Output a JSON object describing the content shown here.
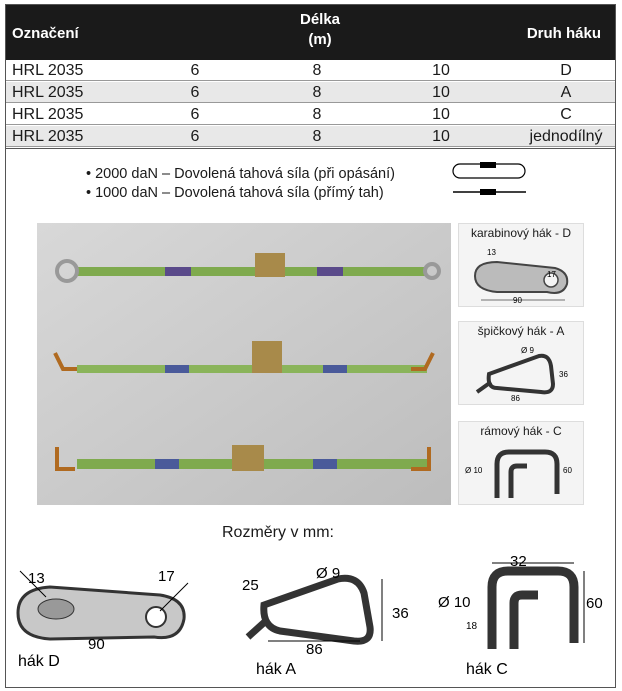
{
  "header": {
    "oznaceni": "Označení",
    "delka": "Délka",
    "delka_unit": "(m)",
    "druh": "Druh háku"
  },
  "rows": [
    {
      "model": "HRL 2035",
      "a": "6",
      "b": "8",
      "c": "10",
      "hook": "D"
    },
    {
      "model": "HRL 2035",
      "a": "6",
      "b": "8",
      "c": "10",
      "hook": "A"
    },
    {
      "model": "HRL 2035",
      "a": "6",
      "b": "8",
      "c": "10",
      "hook": "C"
    },
    {
      "model": "HRL 2035",
      "a": "6",
      "b": "8",
      "c": "10",
      "hook": "jednodílný"
    }
  ],
  "bullets": [
    "2000 daN – Dovolená tahová síla (při opásání)",
    "1000 daN – Dovolená tahová síla (přímý tah)"
  ],
  "thumbs": {
    "d": {
      "label": "karabinový hák - D",
      "dims": [
        "13",
        "17",
        "90"
      ]
    },
    "a": {
      "label": "špičkový hák - A",
      "dims": [
        "Ø 9",
        "36",
        "86"
      ]
    },
    "c": {
      "label": "rámový hák - C",
      "dims": [
        "Ø 10",
        "60"
      ]
    }
  },
  "rozmery": "Rozměry v mm:",
  "diagrams": {
    "d": {
      "label": "hák D",
      "d1": "13",
      "d2": "17",
      "d3": "90"
    },
    "a": {
      "label": "hák A",
      "d1": "25",
      "d2": "Ø 9",
      "d3": "36",
      "d4": "86"
    },
    "c": {
      "label": "hák C",
      "d1": "32",
      "d2": "Ø 10",
      "d3": "60",
      "d4": "18"
    }
  }
}
